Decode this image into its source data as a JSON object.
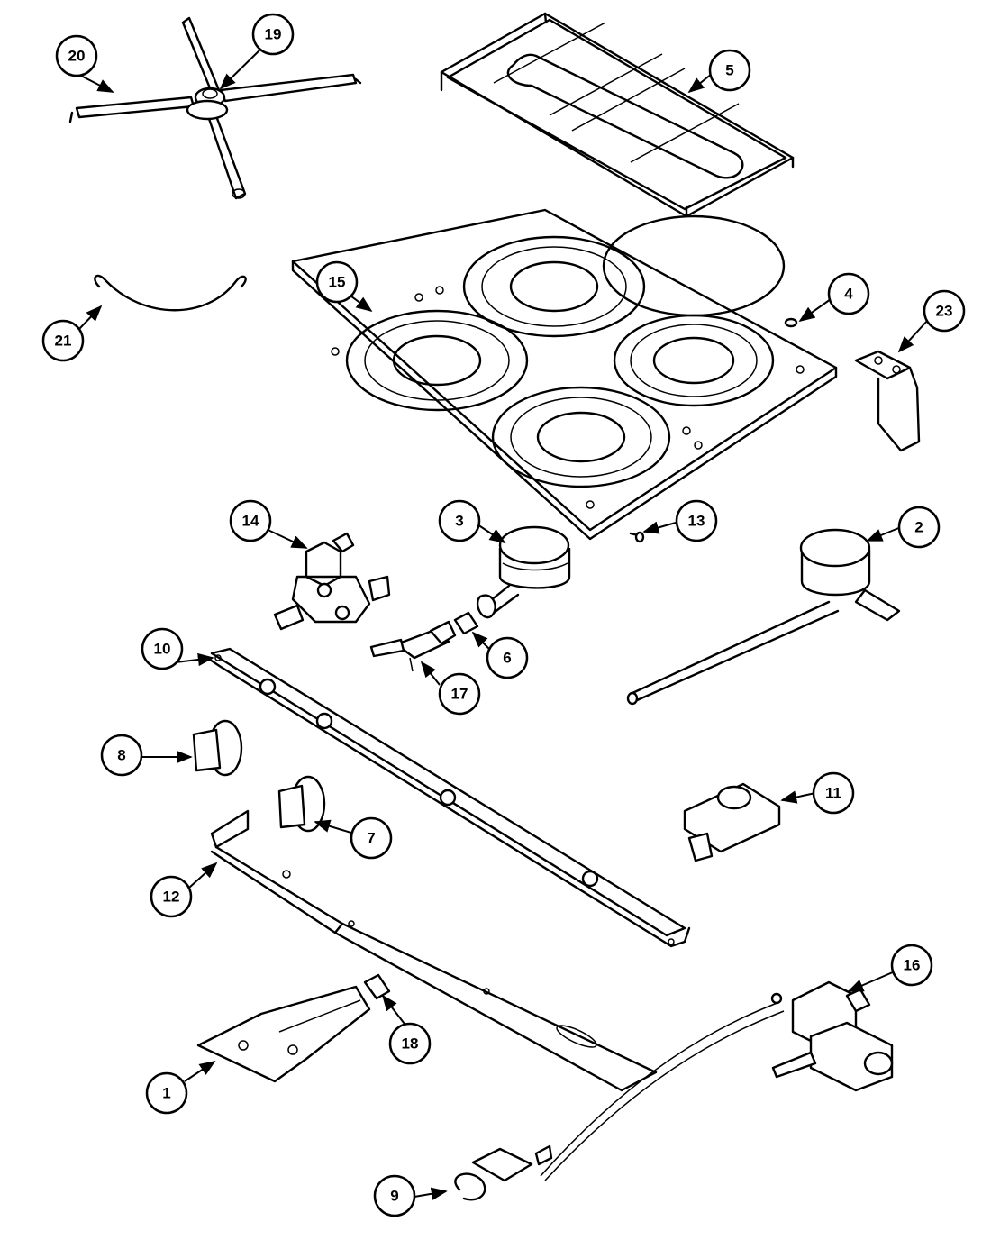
{
  "callouts": [
    {
      "id": "c1",
      "label": "1"
    },
    {
      "id": "c2",
      "label": "2"
    },
    {
      "id": "c3",
      "label": "3"
    },
    {
      "id": "c4",
      "label": "4"
    },
    {
      "id": "c5",
      "label": "5"
    },
    {
      "id": "c6",
      "label": "6"
    },
    {
      "id": "c7",
      "label": "7"
    },
    {
      "id": "c8",
      "label": "8"
    },
    {
      "id": "c9",
      "label": "9"
    },
    {
      "id": "c10",
      "label": "10"
    },
    {
      "id": "c11",
      "label": "11"
    },
    {
      "id": "c12",
      "label": "12"
    },
    {
      "id": "c13",
      "label": "13"
    },
    {
      "id": "c14",
      "label": "14"
    },
    {
      "id": "c15",
      "label": "15"
    },
    {
      "id": "c16",
      "label": "16"
    },
    {
      "id": "c17",
      "label": "17"
    },
    {
      "id": "c18",
      "label": "18"
    },
    {
      "id": "c19",
      "label": "19"
    },
    {
      "id": "c20",
      "label": "20"
    },
    {
      "id": "c21",
      "label": "21"
    },
    {
      "id": "c23",
      "label": "23"
    }
  ]
}
